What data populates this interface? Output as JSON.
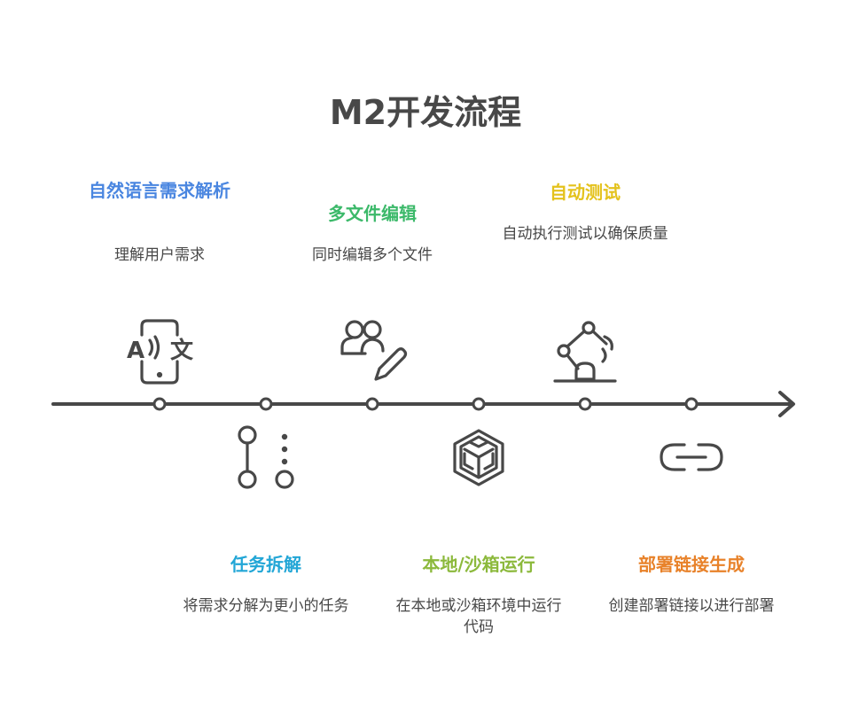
{
  "title": "M2开发流程",
  "colors": {
    "line": "#484848",
    "blue": "#4a86e0",
    "green": "#3cb96a",
    "yellow": "#e4c21c",
    "cyan": "#22a6d6",
    "lime": "#8cb93c",
    "orange": "#e8822a"
  },
  "steps": [
    {
      "title": "自然语言需求解析",
      "desc": "理解用户需求",
      "icon": "translate-phone-icon",
      "color": "#4a86e0"
    },
    {
      "title": "任务拆解",
      "desc": "将需求分解为更小的任务",
      "icon": "task-graph-icon",
      "color": "#22a6d6"
    },
    {
      "title": "多文件编辑",
      "desc": "同时编辑多个文件",
      "icon": "users-edit-icon",
      "color": "#3cb96a"
    },
    {
      "title": "本地/沙箱运行",
      "desc": "在本地或沙箱环境中运行代码",
      "icon": "sandbox-cube-icon",
      "color": "#8cb93c"
    },
    {
      "title": "自动测试",
      "desc": "自动执行测试以确保质量",
      "icon": "robot-arm-icon",
      "color": "#e4c21c"
    },
    {
      "title": "部署链接生成",
      "desc": "创建部署链接以进行部署",
      "icon": "link-icon",
      "color": "#e8822a"
    }
  ]
}
